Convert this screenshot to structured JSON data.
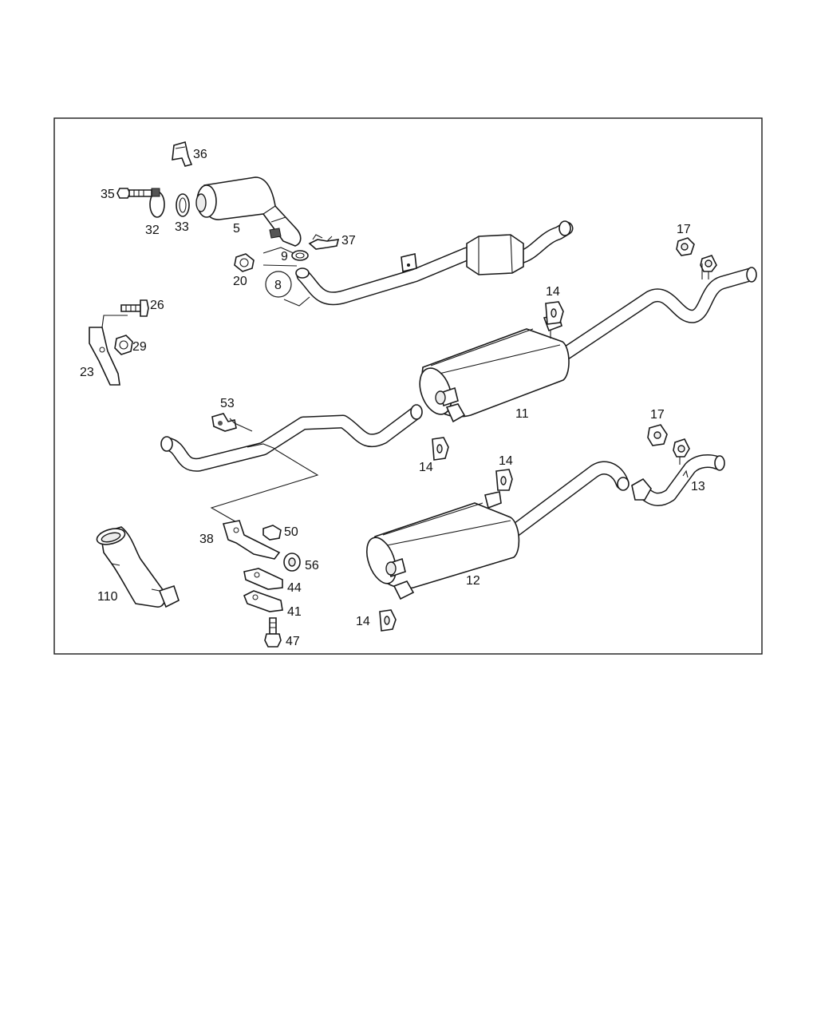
{
  "parts": {
    "p5": "5",
    "p8": "8",
    "p9": "9",
    "p11": "11",
    "p12": "12",
    "p13": "13",
    "p14a": "14",
    "p14b": "14",
    "p14c": "14",
    "p14d": "14",
    "p17a": "17",
    "p17b": "17",
    "p20": "20",
    "p23": "23",
    "p26": "26",
    "p29": "29",
    "p32": "32",
    "p33": "33",
    "p35": "35",
    "p36": "36",
    "p37": "37",
    "p38": "38",
    "p41": "41",
    "p44": "44",
    "p47": "47",
    "p50": "50",
    "p53": "53",
    "p56": "56",
    "p110": "110"
  }
}
